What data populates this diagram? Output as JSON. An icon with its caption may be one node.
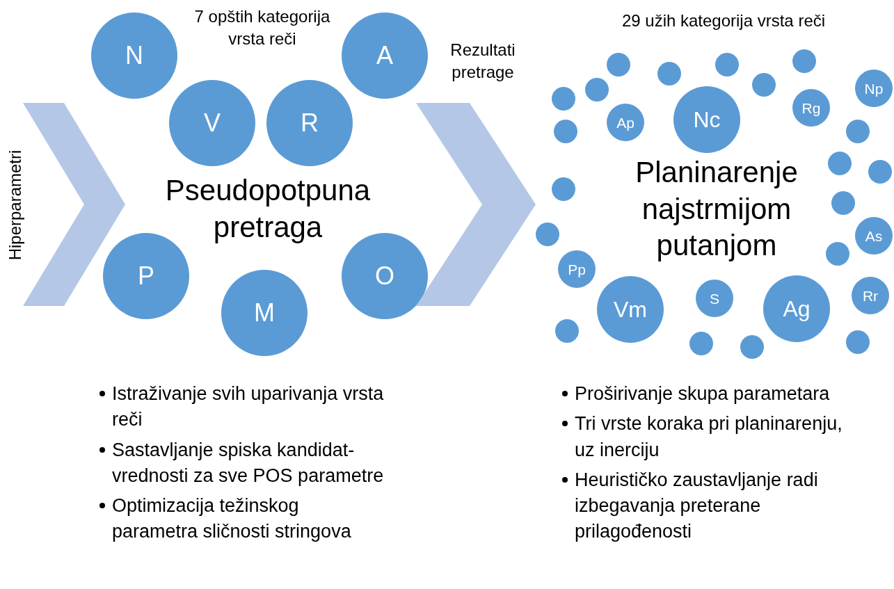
{
  "diagram": {
    "nodes": [
      {
        "text": [
          "Hiperparametri"
        ]
      },
      {
        "text": [
          "N"
        ]
      },
      {
        "text": [
          "A"
        ]
      },
      {
        "text": [
          "V"
        ]
      },
      {
        "text": [
          "R"
        ]
      },
      {
        "text": [
          "P"
        ]
      },
      {
        "text": [
          "M"
        ]
      },
      {
        "text": [
          "O"
        ]
      },
      {
        "text": [
          "Rezultati pretrage"
        ]
      },
      {
        "text": [],
        "shape": "circle"
      },
      {
        "text": [],
        "shape": "circle"
      },
      {
        "text": [],
        "shape": "circle"
      },
      {
        "text": [],
        "shape": "circle"
      },
      {
        "text": [],
        "shape": "circle"
      },
      {
        "text": [],
        "shape": "circle"
      },
      {
        "text": [],
        "shape": "circle"
      },
      {
        "text": [
          "Rg"
        ]
      },
      {
        "text": [
          "Np"
        ]
      },
      {
        "text": [],
        "shape": "circle"
      },
      {
        "text": [
          "Ap"
        ]
      },
      {
        "text": [
          "Nc"
        ]
      },
      {
        "text": [],
        "shape": "circle"
      },
      {
        "text": [],
        "shape": "circle"
      },
      {
        "text": [],
        "shape": "circle"
      },
      {
        "text": [],
        "shape": "circle"
      },
      {
        "text": [],
        "shape": "circle"
      },
      {
        "text": [],
        "shape": "circle"
      },
      {
        "text": [],
        "shape": "circle"
      },
      {
        "text": [
          "As"
        ]
      },
      {
        "text": [
          "Pp"
        ]
      },
      {
        "text": [
          "Vm"
        ]
      },
      {
        "text": [
          "S"
        ]
      },
      {
        "text": [
          "Ag"
        ]
      },
      {
        "text": [
          "Rr"
        ]
      },
      {
        "text": [],
        "shape": "circle"
      },
      {
        "text": [],
        "shape": "circle"
      },
      {
        "text": [],
        "shape": "circle"
      },
      {
        "text": [],
        "shape": "circle"
      }
    ],
    "labels": [
      "7 opštih kategorija vrsta reči",
      "Pseudopotpuna pretraga",
      "29 užih kategorija vrsta reči",
      "Planinarenje najstrmijom putanjom",
      "Istraživanje svih uparivanja vrsta reči",
      "Sastavljanje spiska kandidat-vrednosti za sve POS parametre",
      "Optimizacija težinskog parametra sličnosti stringova",
      "Proširivanje skupa parametara",
      "Tri vrste koraka pri planinarenju, uz inerciju",
      "Heurističko zaustavljanje radi izbegavanja preterane prilagođenosti"
    ]
  }
}
